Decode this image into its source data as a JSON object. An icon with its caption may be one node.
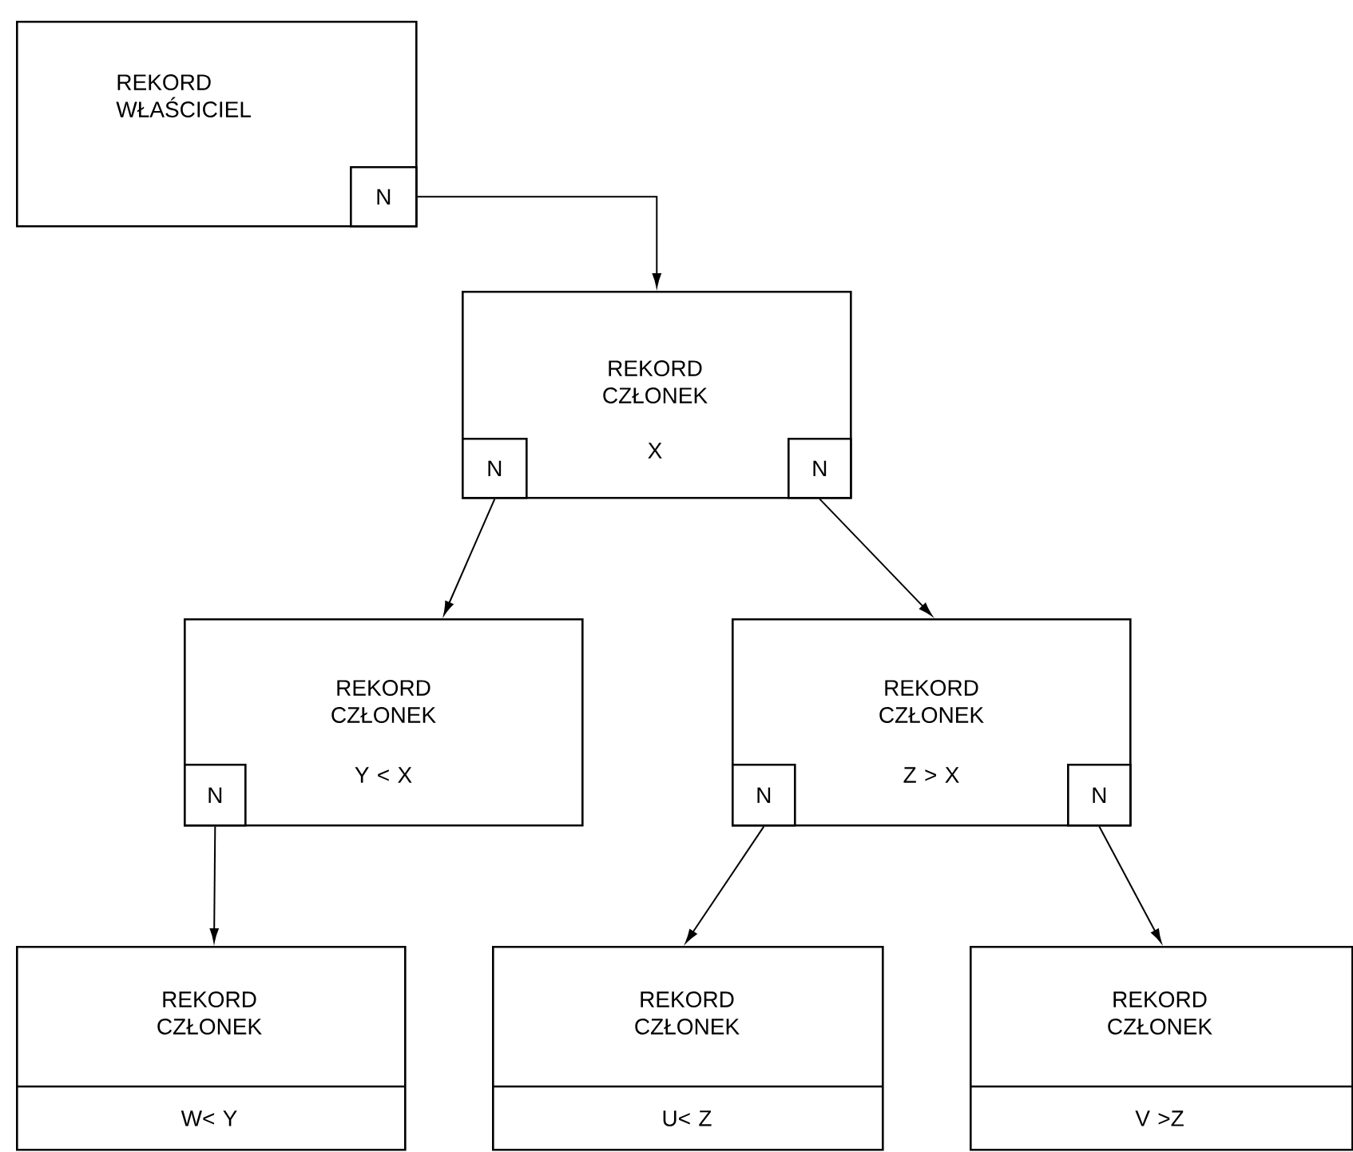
{
  "diagram": {
    "nodes": [
      {
        "text": [
          "REKORD WŁAŚCICIEL"
        ]
      },
      {
        "text": [
          "N"
        ],
        "in": 0
      },
      {
        "text": [
          "REKORD CZŁONEK",
          "X"
        ]
      },
      {
        "text": [
          "N"
        ],
        "in": 2
      },
      {
        "text": [
          "N"
        ],
        "in": 2
      },
      {
        "text": [
          "REKORD CZŁONEK",
          "Y < X"
        ]
      },
      {
        "text": [
          "N"
        ],
        "in": 5
      },
      {
        "text": [
          "REKORD CZŁONEK",
          "Z > X"
        ]
      },
      {
        "text": [
          "N"
        ],
        "in": 7
      },
      {
        "text": [
          "N"
        ],
        "in": 7
      },
      {
        "text": [
          "REKORD CZŁONEK",
          "W< Y"
        ]
      },
      {
        "text": [
          "REKORD CZŁONEK",
          "U< Z"
        ]
      },
      {
        "text": [
          "REKORD CZŁONEK",
          "V >Z"
        ]
      }
    ],
    "edges": [
      {
        "from": 1,
        "to": 2,
        "arrow": "to"
      },
      {
        "from": 3,
        "to": 5,
        "arrow": "to"
      },
      {
        "from": 4,
        "to": 7,
        "arrow": "to"
      },
      {
        "from": 6,
        "to": 10,
        "arrow": "to"
      },
      {
        "from": 8,
        "to": 11,
        "arrow": "to"
      },
      {
        "from": 9,
        "to": 12,
        "arrow": "to"
      }
    ]
  }
}
